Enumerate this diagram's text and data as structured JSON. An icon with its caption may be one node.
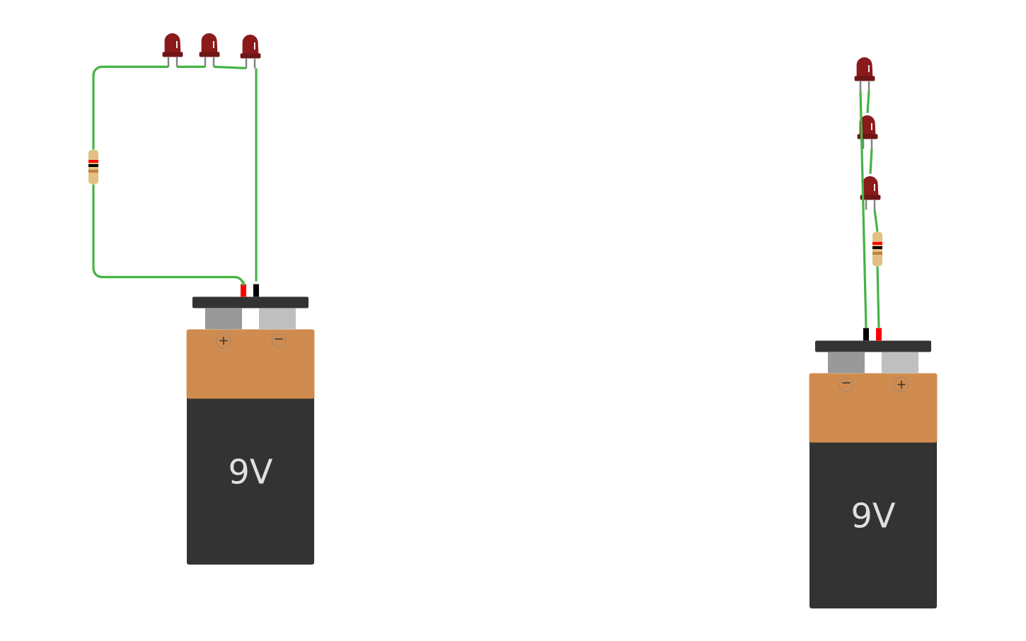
{
  "diagram": {
    "nodes": [
      {
        "text": [],
        "shape": "picture"
      },
      {
        "text": [],
        "shape": "picture"
      },
      {
        "text": [],
        "shape": "picture"
      },
      {
        "text": [],
        "shape": "picture"
      },
      {
        "text": [
          "+",
          "−",
          "9V"
        ]
      },
      {
        "text": [],
        "shape": "picture"
      },
      {
        "text": [],
        "shape": "picture"
      },
      {
        "text": [],
        "shape": "picture"
      },
      {
        "text": [],
        "shape": "picture"
      },
      {
        "text": [
          "−",
          "+",
          "9V"
        ]
      }
    ],
    "edges": [
      {
        "from": 4,
        "to": 3,
        "arrow": "none"
      },
      {
        "from": 3,
        "to": 0,
        "arrow": "none"
      },
      {
        "from": 0,
        "to": 1,
        "arrow": "none"
      },
      {
        "from": 1,
        "to": 2,
        "arrow": "none"
      },
      {
        "from": 2,
        "to": 4,
        "arrow": "none"
      },
      {
        "from": 9,
        "to": 8,
        "arrow": "none"
      },
      {
        "from": 8,
        "to": 7,
        "arrow": "none"
      },
      {
        "from": 7,
        "to": 6,
        "arrow": "none"
      },
      {
        "from": 6,
        "to": 5,
        "arrow": "none"
      },
      {
        "from": 5,
        "to": 9,
        "arrow": "none"
      }
    ]
  }
}
